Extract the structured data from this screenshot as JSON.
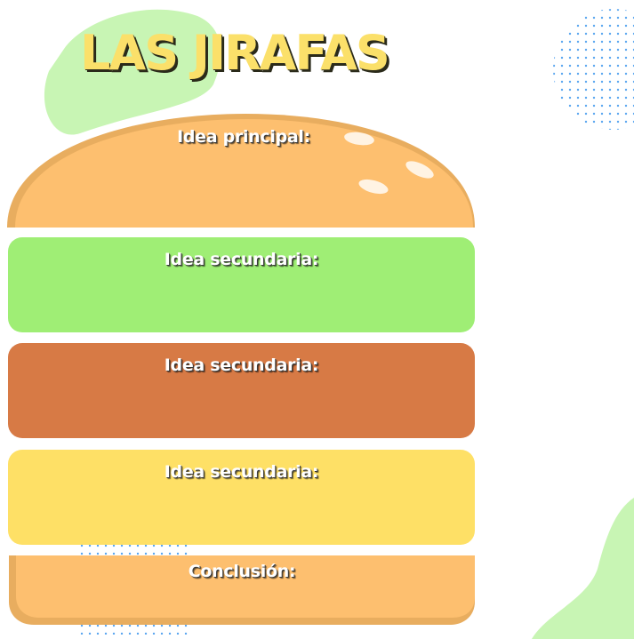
{
  "title": "LAS JIRAFAS",
  "colors": {
    "title": "#fbe06a",
    "bun": "#fdbf6f",
    "bun_shade": "#e8ad5f",
    "lettuce": "#9fee75",
    "patty": "#d77a45",
    "cheese": "#fee066",
    "blob": "#c8f5b4",
    "dots": "#5aa6f0"
  },
  "sections": {
    "main_idea": "Idea principal:",
    "secondary_1": "Idea secundaria:",
    "secondary_2": "Idea secundaria:",
    "secondary_3": "Idea secundaria:",
    "conclusion": "Conclusión:"
  }
}
